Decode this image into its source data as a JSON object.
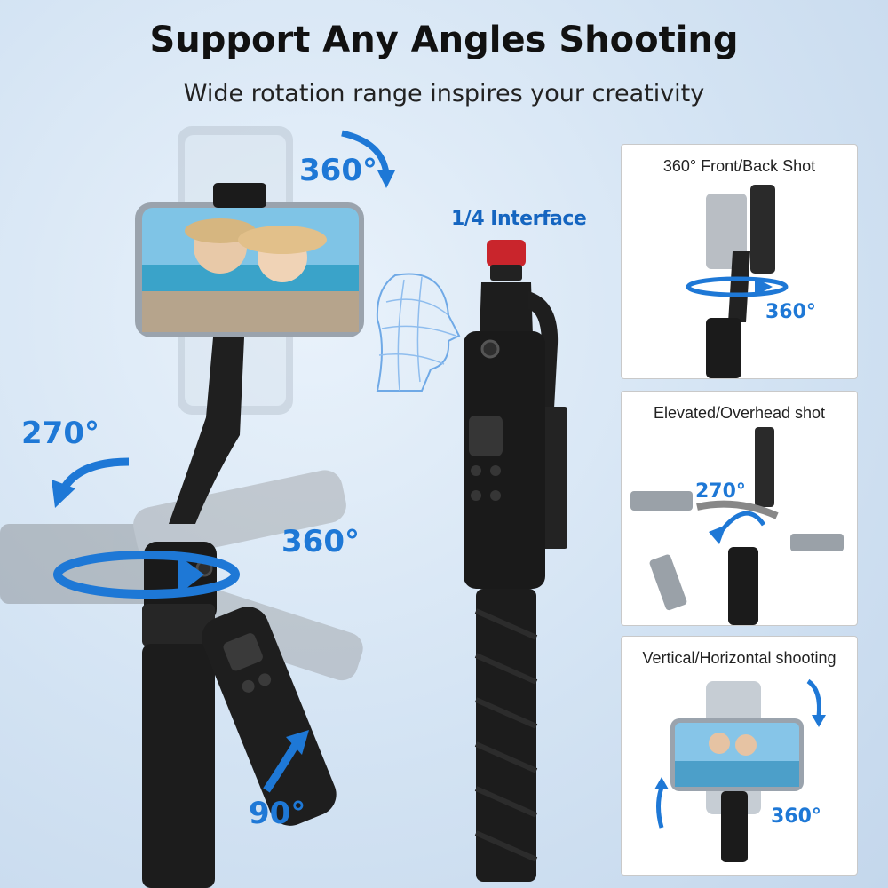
{
  "header": {
    "title": "Support Any Angles Shooting",
    "subtitle": "Wide rotation range inspires your creativity"
  },
  "main": {
    "label_360_top": "360°",
    "label_270": "270°",
    "label_360_mid": "360°",
    "label_90": "90°",
    "interface_label": "1/4 Interface"
  },
  "panels": [
    {
      "caption": "360° Front/Back Shot",
      "degree": "360°"
    },
    {
      "caption": "Elevated/Overhead shot",
      "degree": "270°"
    },
    {
      "caption": "Vertical/Horizontal shooting",
      "degree": "360°"
    }
  ],
  "colors": {
    "accent": "#1e78d6",
    "product": "#1b1b1b"
  }
}
